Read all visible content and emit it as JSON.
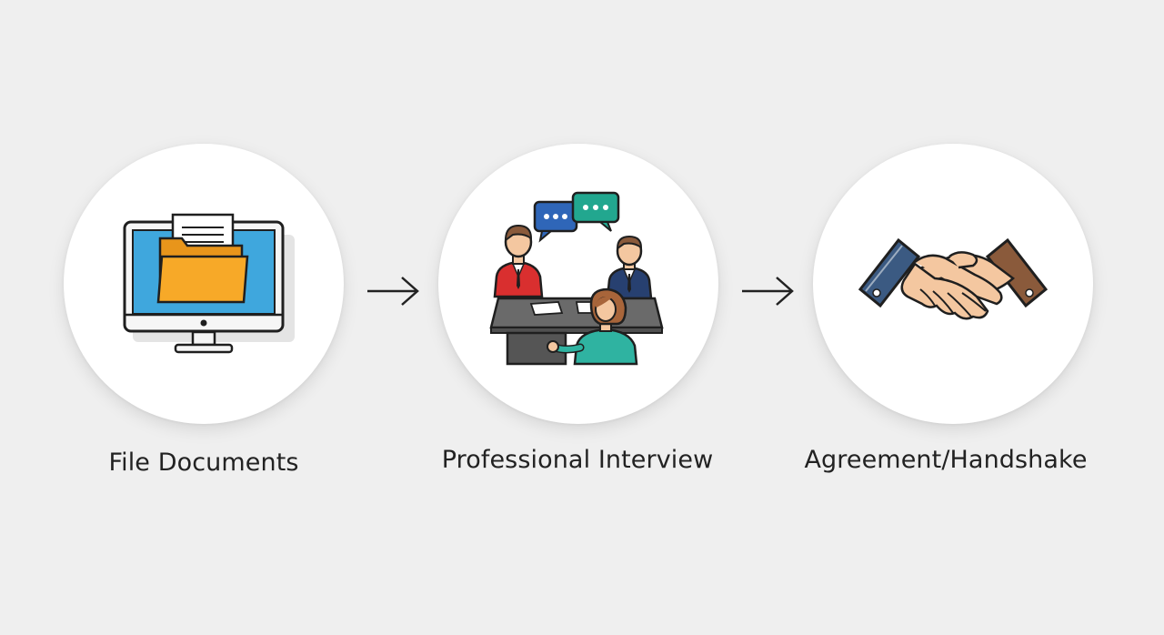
{
  "steps": [
    {
      "label": "File Documents",
      "icon": "computer-folder-icon"
    },
    {
      "label": "Professional Interview",
      "icon": "interview-meeting-icon"
    },
    {
      "label": "Agreement/Handshake",
      "icon": "handshake-icon"
    }
  ],
  "connectors": [
    {
      "icon": "arrow-right-icon"
    },
    {
      "icon": "arrow-right-icon"
    }
  ],
  "colors": {
    "background": "#efefef",
    "circle": "#ffffff",
    "monitor_screen": "#3fa7dd",
    "folder": "#f7a928",
    "speech_blue": "#2f66b8",
    "speech_teal": "#22a78f",
    "suit_red": "#d92f2f",
    "suit_navy": "#274070",
    "top_teal": "#2fb3a1",
    "skin": "#f4c7a0",
    "cuff_navy": "#3b5a82",
    "cuff_brown": "#8a5a3b"
  }
}
